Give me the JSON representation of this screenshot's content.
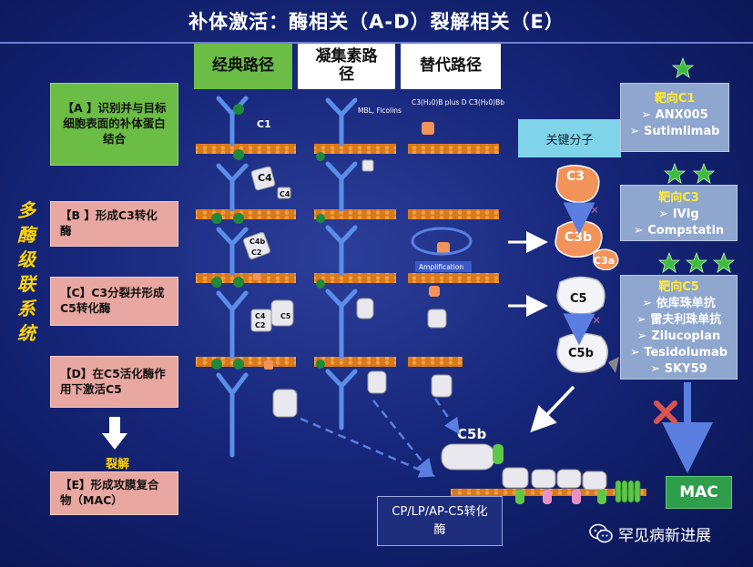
{
  "title": "补体激活：酶相关（A-D）裂解相关（E）",
  "side_label": "多酶级联系统",
  "pathways": [
    {
      "label": "经典路径"
    },
    {
      "label": "凝集素路径"
    },
    {
      "label": "替代路径"
    }
  ],
  "steps": [
    {
      "letter": "【A 】",
      "text": "识别并与目标细胞表面的补体蛋白结合"
    },
    {
      "letter": "【B 】",
      "text": "形成C3转化酶"
    },
    {
      "letter": "【C】",
      "text": "C3分裂并形成C5转化酶"
    },
    {
      "letter": "【D】",
      "text": "在C5活化酶作用下激活C5"
    },
    {
      "letter": "【E】",
      "text": "形成攻膜复合物（MAC）"
    }
  ],
  "lysis_label": "裂解",
  "key_molecules_label": "关键分子",
  "targets": [
    {
      "title": "靶向C1",
      "drugs": [
        "ANX005",
        "Sutimlimab"
      ]
    },
    {
      "title": "靶向C3",
      "drugs": [
        "IVIg",
        "Compstatin"
      ]
    },
    {
      "title": "靶向C5",
      "drugs": [
        "依库珠单抗",
        "雷夫利珠单抗",
        "Zilucoplan",
        "Tesidolumab",
        "SKY59"
      ]
    }
  ],
  "drug_bullet": "➢",
  "mac_label": "MAC",
  "convertase_label": "CP/LP/AP-C5转化酶",
  "molecules": {
    "c3": "C3",
    "c3b": "C3b",
    "c3a": "C3a",
    "c5": "C5",
    "c5b": "C5b"
  },
  "micro_labels": {
    "c1": "C1",
    "mbl": "MBL, Ficolins",
    "ap_start": "C3(H₂0)B plus D C3(H₂0)Bb",
    "amplification": "Amplification",
    "c4": "C4",
    "c4b": "C4b",
    "c2": "C2",
    "c5": "C5"
  },
  "colors": {
    "background": "#16267a",
    "green_box": "#6bbd45",
    "pink_box": "#e8a7a0",
    "target_box": "#8fa6cf",
    "key_box": "#7fd4ea",
    "title_accent": "#ffd400",
    "mac_box": "#2e9e4a",
    "star": "#3dbb3d",
    "cross": "#d9534f"
  }
}
